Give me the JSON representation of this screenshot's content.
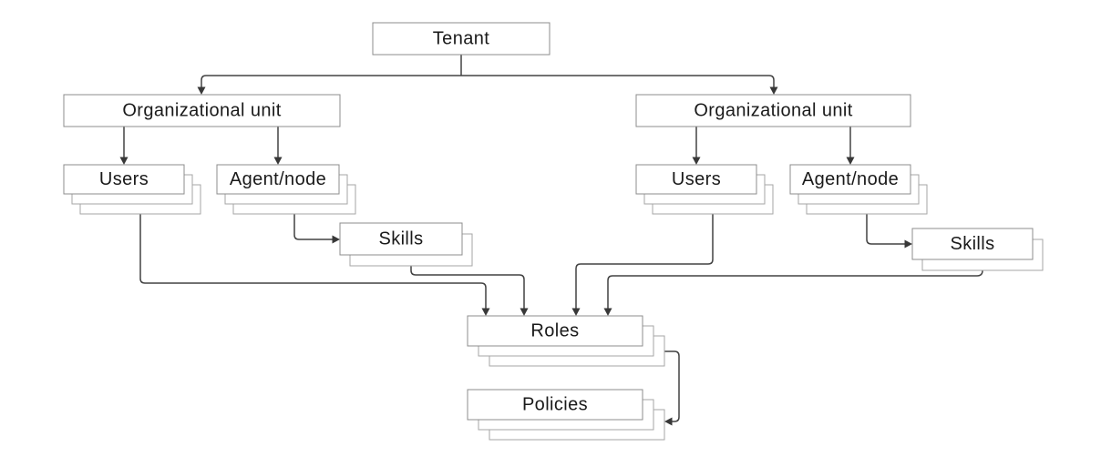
{
  "figure": {
    "type": "hierarchy-diagram",
    "description": "Tenant / organizational unit / roles relationship diagram",
    "nodes": {
      "tenant": {
        "label": "Tenant",
        "stack": 1
      },
      "ou_left": {
        "label": "Organizational unit",
        "stack": 1
      },
      "ou_right": {
        "label": "Organizational unit",
        "stack": 1
      },
      "users_left": {
        "label": "Users",
        "stack": 3
      },
      "agent_left": {
        "label": "Agent/node",
        "stack": 3
      },
      "skills_left": {
        "label": "Skills",
        "stack": 2
      },
      "users_right": {
        "label": "Users",
        "stack": 3
      },
      "agent_right": {
        "label": "Agent/node",
        "stack": 3
      },
      "skills_right": {
        "label": "Skills",
        "stack": 2
      },
      "roles": {
        "label": "Roles",
        "stack": 3
      },
      "policies": {
        "label": "Policies",
        "stack": 3
      }
    },
    "edges": [
      {
        "from": "tenant",
        "to": "ou_left"
      },
      {
        "from": "tenant",
        "to": "ou_right"
      },
      {
        "from": "ou_left",
        "to": "users_left"
      },
      {
        "from": "ou_left",
        "to": "agent_left"
      },
      {
        "from": "ou_right",
        "to": "users_right"
      },
      {
        "from": "ou_right",
        "to": "agent_right"
      },
      {
        "from": "agent_left",
        "to": "skills_left"
      },
      {
        "from": "agent_right",
        "to": "skills_right"
      },
      {
        "from": "users_left",
        "to": "roles"
      },
      {
        "from": "skills_left",
        "to": "roles"
      },
      {
        "from": "users_right",
        "to": "roles"
      },
      {
        "from": "skills_right",
        "to": "roles"
      },
      {
        "from": "roles",
        "to": "policies"
      }
    ],
    "colors": {
      "background": "#ffffff",
      "box_fill": "#ffffff",
      "box_border": "#8c8c8c",
      "stack_border": "#a6a6a6",
      "connector": "#424242",
      "arrowhead": "#383838",
      "text": "#1a1a1a"
    }
  }
}
